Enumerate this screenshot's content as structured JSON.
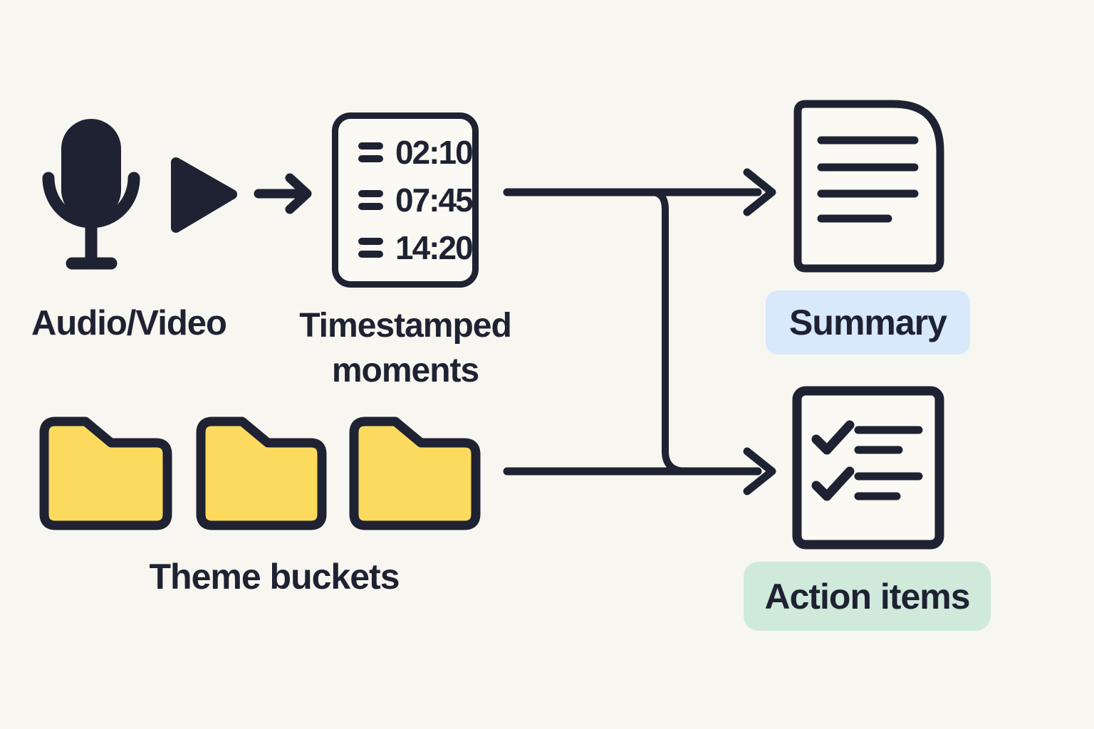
{
  "colors": {
    "background": "#f8f6f0",
    "ink": "#1e2232",
    "folder_yellow": "#fcda5e",
    "summary_badge": "#d8e9fc",
    "action_badge": "#cfe9db"
  },
  "icons": {
    "source": [
      "microphone-icon",
      "play-icon"
    ],
    "timestamp_rows": "list-bars-icon",
    "theme": "folder-icon",
    "summary": "document-lines-icon",
    "action": "checklist-icon",
    "connectors": [
      "arrow-right-icon"
    ]
  },
  "audio_video": {
    "label": "Audio/Video"
  },
  "timestamped_moments": {
    "label_lines": [
      "Timestamped",
      "moments"
    ],
    "timestamps": [
      "02:10",
      "07:45",
      "14:20"
    ]
  },
  "theme_buckets": {
    "label": "Theme buckets",
    "folder_count": 3
  },
  "outputs": {
    "summary": {
      "label": "Summary"
    },
    "action_items": {
      "label": "Action items"
    }
  }
}
